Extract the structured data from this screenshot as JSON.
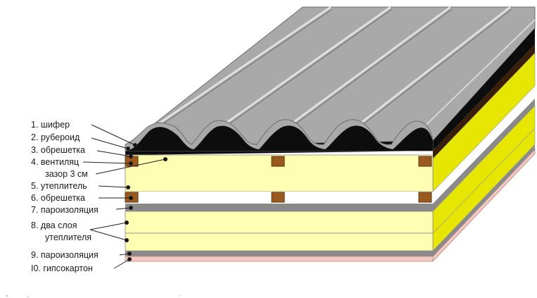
{
  "labels": [
    {
      "id": "l1",
      "text": "1. шифер"
    },
    {
      "id": "l2",
      "text": "2. рубероид"
    },
    {
      "id": "l3",
      "text": "3. обрешетка"
    },
    {
      "id": "l4a",
      "text": "4. вентиляц"
    },
    {
      "id": "l4b",
      "text": "зазор 3 см"
    },
    {
      "id": "l5",
      "text": "5. утеплитель"
    },
    {
      "id": "l6",
      "text": "6. обрешетка"
    },
    {
      "id": "l7",
      "text": "7. пароизоляция"
    },
    {
      "id": "l8a",
      "text": "8. два слоя"
    },
    {
      "id": "l8b",
      "text": "утеплителя"
    },
    {
      "id": "l9",
      "text": "9. пароизоляция"
    },
    {
      "id": "l10",
      "text": "I0. гипсокартон"
    }
  ],
  "colors": {
    "slate": "#a9a9a9",
    "slate_light": "#c4c4c4",
    "slate_edge": "#6d6d6d",
    "felt": "#0d0d0d",
    "batten": "#9a5a1e",
    "batten_dark": "#5e3410",
    "insulation": "#ffffb4",
    "insulation_side": "#e6e600",
    "vapor": "#8a8a8a",
    "drywall": "#f4c7c3"
  }
}
